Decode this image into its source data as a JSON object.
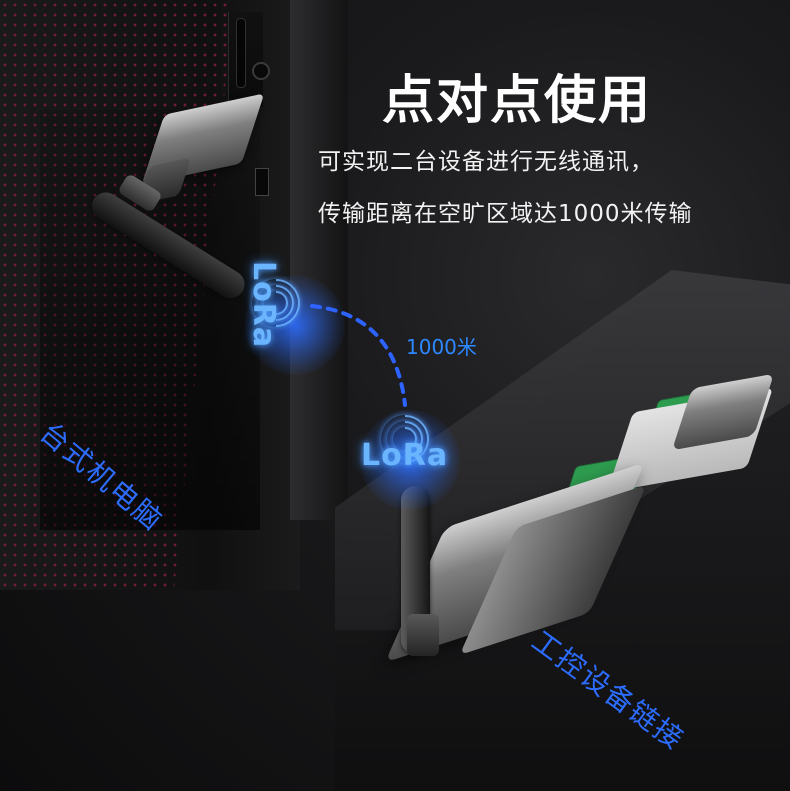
{
  "headline": {
    "title": "点对点使用",
    "line1": "可实现二台设备进行无线通讯，",
    "line2": "传输距离在空旷区域达1000米传输"
  },
  "labels": {
    "desktop": "台式机电脑",
    "distance": "1000米",
    "industrial": "工控设备链接",
    "lora_top": "LoRa",
    "lora_bottom": "LoRa"
  }
}
